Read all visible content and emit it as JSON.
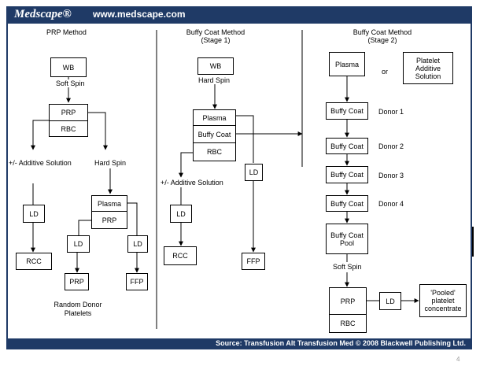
{
  "header": {
    "logo": "Medscape®",
    "url": "www.medscape.com"
  },
  "footer": {
    "source": "Source: Transfusion Alt Transfusion Med © 2008 Blackwell Publishing Ltd."
  },
  "page_number": "4",
  "prp": {
    "title": "PRP Method",
    "wb": "WB",
    "soft_spin": "Soft  Spin",
    "prp": "PRP",
    "rbc": "RBC",
    "additive": "+/- Additive  Solution",
    "hard_spin": "Hard Spin",
    "ld_left": "LD",
    "rcc": "RCC",
    "plasma": "Plasma",
    "prp2": "PRP",
    "ld_mid": "LD",
    "ld_right": "LD",
    "prp3": "PRP",
    "ffp": "FFP",
    "random_l1": "Random Donor",
    "random_l2": "Platelets"
  },
  "stage1": {
    "title_l1": "Buffy Coat Method",
    "title_l2": "(Stage 1)",
    "wb": "WB",
    "hard_spin": "Hard  Spin",
    "plasma": "Plasma",
    "buffy": "Buffy Coat",
    "rbc": "RBC",
    "additive": "+/- Additive Solution",
    "ld_left": "LD",
    "rcc": "RCC",
    "ld_right": "LD",
    "ffp": "FFP"
  },
  "stage2": {
    "title_l1": "Buffy Coat Method",
    "title_l2": "(Stage 2)",
    "plasma": "Plasma",
    "or": "or",
    "pas_l1": "Platelet",
    "pas_l2": "Additive",
    "pas_l3": "Solution",
    "bc1": "Buffy Coat",
    "bc2": "Buffy Coat",
    "bc3": "Buffy Coat",
    "bc4": "Buffy Coat",
    "donor1": "Donor 1",
    "donor2": "Donor 2",
    "donor3": "Donor 3",
    "donor4": "Donor 4",
    "pool_l1": "Buffy Coat",
    "pool_l2": "Pool",
    "soft_spin": "Soft  Spin",
    "prp": "PRP",
    "rbc": "RBC",
    "ld": "LD",
    "pooled_l1": "'Pooled'",
    "pooled_l2": "platelet",
    "pooled_l3": "concentrate"
  }
}
